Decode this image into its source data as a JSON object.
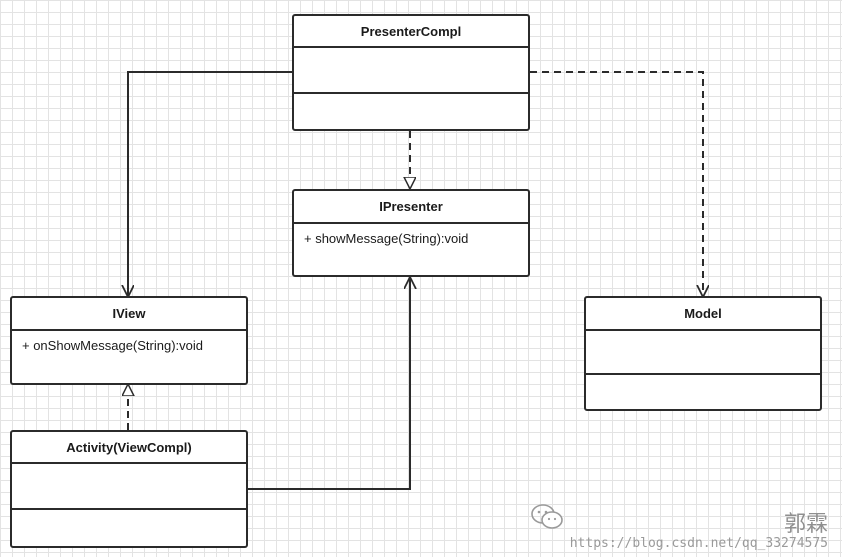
{
  "diagram": {
    "classes": {
      "presenter_compl": {
        "name": "PresenterCompl",
        "operations": []
      },
      "ipresenter": {
        "name": "IPresenter",
        "operations": [
          "+ showMessage(String):void"
        ]
      },
      "iview": {
        "name": "IView",
        "operations": [
          "+ onShowMessage(String):void"
        ]
      },
      "model": {
        "name": "Model",
        "operations": []
      },
      "activity": {
        "name": "Activity(ViewCompl)",
        "operations": []
      }
    },
    "relations": [
      {
        "from": "PresenterCompl",
        "to": "IView",
        "kind": "association"
      },
      {
        "from": "PresenterCompl",
        "to": "IPresenter",
        "kind": "realization"
      },
      {
        "from": "PresenterCompl",
        "to": "Model",
        "kind": "dependency"
      },
      {
        "from": "Activity(ViewCompl)",
        "to": "IView",
        "kind": "realization"
      },
      {
        "from": "Activity(ViewCompl)",
        "to": "IPresenter",
        "kind": "association"
      }
    ]
  },
  "watermark": {
    "author": "郭霖",
    "url": "https://blog.csdn.net/qq_33274575",
    "icon": "wechat-icon"
  }
}
